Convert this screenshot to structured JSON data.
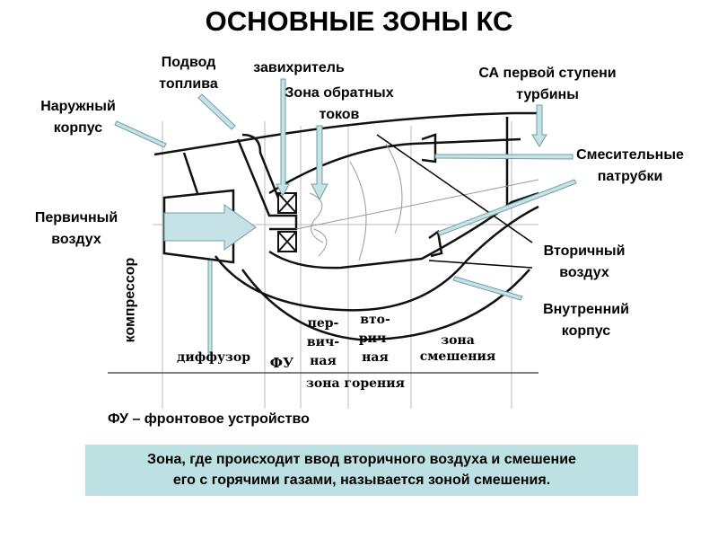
{
  "title": "ОСНОВНЫЕ ЗОНЫ КС",
  "labels": {
    "fuel_supply": [
      "Подвод",
      "топлива"
    ],
    "swirler": "завихритель",
    "reverse_flow_zone": [
      "Зона обратных",
      "токов"
    ],
    "turbine_nozzle": [
      "СА первой ступени",
      "турбины"
    ],
    "outer_casing": [
      "Наружный",
      "корпус"
    ],
    "mixing_nozzles": [
      "Смесительные",
      "патрубки"
    ],
    "primary_air": [
      "Первичный",
      "воздух"
    ],
    "secondary_air": [
      "Вторичный",
      "воздух"
    ],
    "inner_casing": [
      "Внутренний",
      "корпус"
    ],
    "compressor": "компрессор"
  },
  "zones": {
    "diffuser": "диффузор",
    "fu": "ФУ",
    "primary": [
      "пер-",
      "вич-",
      "ная"
    ],
    "secondary": [
      "вто-",
      "рич-",
      "ная"
    ],
    "mixing": [
      "зона",
      "смешения"
    ],
    "combustion": "зона горения"
  },
  "note": "ФУ – фронтовое устройство",
  "definition": [
    "Зона, где происходит ввод вторичного воздуха  и смешение",
    "его с горячими газами, называется зоной смешения."
  ],
  "colors": {
    "arrow_fill": "#c5e3e6",
    "arrow_stroke": "#6f9ea3",
    "box": "#bde0e3"
  }
}
